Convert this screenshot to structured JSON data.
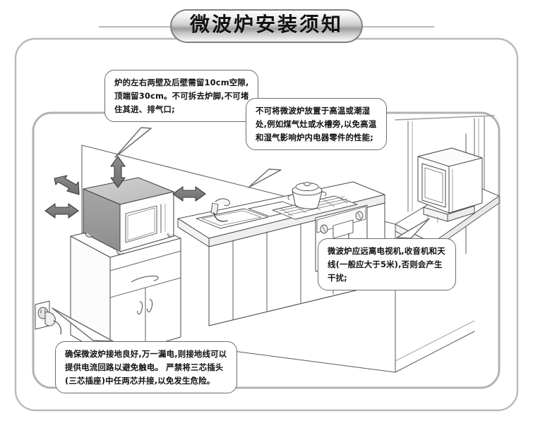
{
  "page": {
    "title": "微波炉安装须知",
    "language": "zh-CN",
    "doc_type": "appliance-installation-instruction-illustration"
  },
  "colors": {
    "outline": "#4a4a4a",
    "callout_border": "#6e6e6e",
    "frame_border": "#b5b5b5",
    "arrow_fill": "#7a7a7a",
    "arrow_outline": "#3c3c3c",
    "microwave_side": "#9a9a9a",
    "microwave_top": "#c9c9c9",
    "background": "#ffffff"
  },
  "callouts": [
    {
      "id": "clearance",
      "text": "炉的左右两壁及后壁需留10cm空隙,顶端留30cm。不可拆去炉脚,不可堵住其进、排气口;",
      "points_to": "microwave-oven"
    },
    {
      "id": "heat-moisture",
      "text": "不可将微波炉放置于高温或潮湿处,例如煤气灶或水槽旁,以免高温和湿气影响炉内电器零件的性能;",
      "points_to": "gas-stove-and-sink"
    },
    {
      "id": "tv-interference",
      "text": "微波炉应远离电视机,收音机和天线(一般应大于5米),否则会产生干扰;",
      "points_to": "television"
    },
    {
      "id": "grounding",
      "text": "确保微波炉接地良好,万一漏电,则接地线可以提供电流回路以避免触电。 严禁将三芯插头(三芯插座)中任两芯并接,以免发生危险。",
      "points_to": "wall-outlet-plug"
    }
  ],
  "scene": {
    "name": "kitchen-illustration",
    "objects": [
      {
        "name": "microwave-oven",
        "label": "微波炉"
      },
      {
        "name": "storage-cabinet",
        "label": "橱柜"
      },
      {
        "name": "kitchen-sink",
        "label": "水槽"
      },
      {
        "name": "faucet",
        "label": "水龙头"
      },
      {
        "name": "gas-stove",
        "label": "煤气灶"
      },
      {
        "name": "cooking-pot",
        "label": "锅"
      },
      {
        "name": "built-in-oven",
        "label": "烤箱"
      },
      {
        "name": "television",
        "label": "电视机"
      },
      {
        "name": "wall-outlet",
        "label": "插座"
      },
      {
        "name": "power-plug",
        "label": "插头"
      },
      {
        "name": "window",
        "label": "窗户"
      }
    ],
    "clearance_arrows": [
      {
        "name": "arrow-top",
        "direction": "vertical",
        "meaning": "顶端留30cm"
      },
      {
        "name": "arrow-right",
        "direction": "horizontal",
        "meaning": "右壁留10cm"
      },
      {
        "name": "arrow-left-upper",
        "direction": "diagonal",
        "meaning": "后壁留10cm"
      },
      {
        "name": "arrow-left-lower",
        "direction": "horizontal",
        "meaning": "左壁留10cm"
      }
    ]
  }
}
